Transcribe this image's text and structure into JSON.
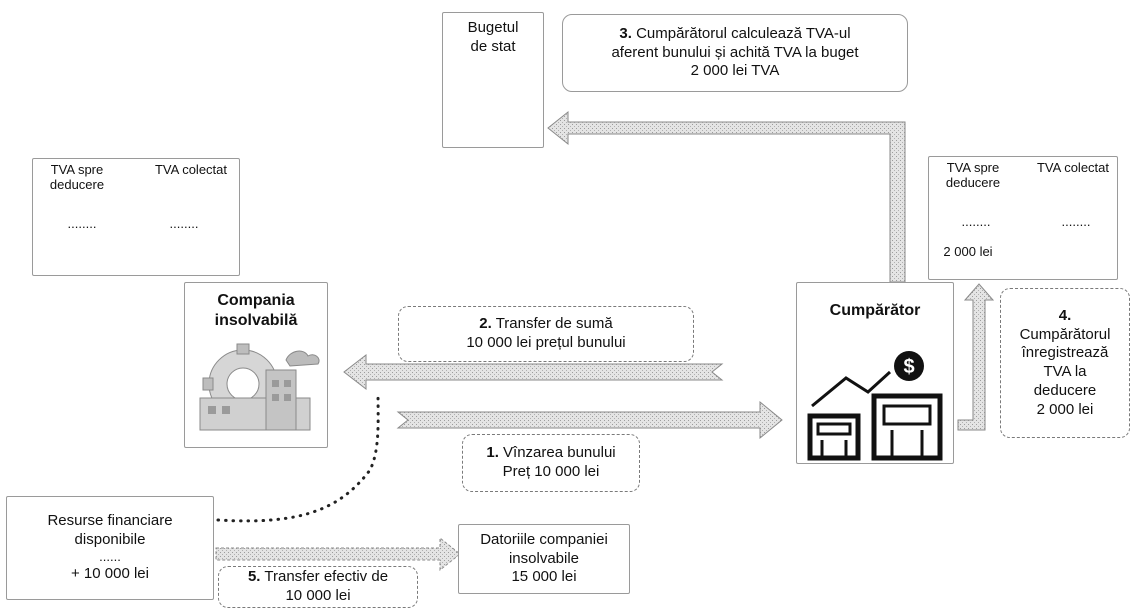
{
  "budget_box": {
    "line1": "Bugetul",
    "line2": "de stat"
  },
  "step3": {
    "num": "3.",
    "line1": "Cumpărătorul calculează TVA-ul",
    "line2": "aferent bunului și achită TVA la buget",
    "line3": "2 000 lei TVA"
  },
  "left_ledger": {
    "left_header": "TVA spre deducere",
    "right_header": "TVA colectat",
    "left_value": "........",
    "right_value": "........"
  },
  "right_ledger": {
    "left_header": "TVA spre deducere",
    "right_header": "TVA colectat",
    "left_value": "........",
    "right_value": "........",
    "amount": "2 000 lei"
  },
  "insolvent_company": {
    "title_line1": "Compania",
    "title_line2": "insolvabilă"
  },
  "buyer": {
    "title": "Cumpărător"
  },
  "step2": {
    "num": "2.",
    "line1": "Transfer de sumă",
    "line2": "10 000 lei prețul bunului"
  },
  "step1": {
    "num": "1.",
    "line1": "Vînzarea bunului",
    "line2": "Preț 10 000 lei"
  },
  "step4": {
    "num": "4.",
    "line1": "Cumpărătorul",
    "line2": "înregistrează",
    "line3": "TVA la",
    "line4": "deducere",
    "line5": "2 000 lei"
  },
  "resources": {
    "line1": "Resurse financiare",
    "line2": "disponibile",
    "dots": "......",
    "amount": "+ 10 000 lei"
  },
  "debts": {
    "line1": "Datoriile companiei",
    "line2": "insolvabile",
    "line3": "15 000 lei"
  },
  "step5": {
    "num": "5.",
    "line1": "Transfer efectiv de",
    "line2": "10 000 lei"
  },
  "icons": [
    "money-jar-icon",
    "factory-gear-icon",
    "office-buildings-icon",
    "dollar-sign-icon"
  ],
  "colors": {
    "arrow_fill": "#d9d9d9",
    "border": "#9a9a9a",
    "icon_dark": "#111111"
  }
}
